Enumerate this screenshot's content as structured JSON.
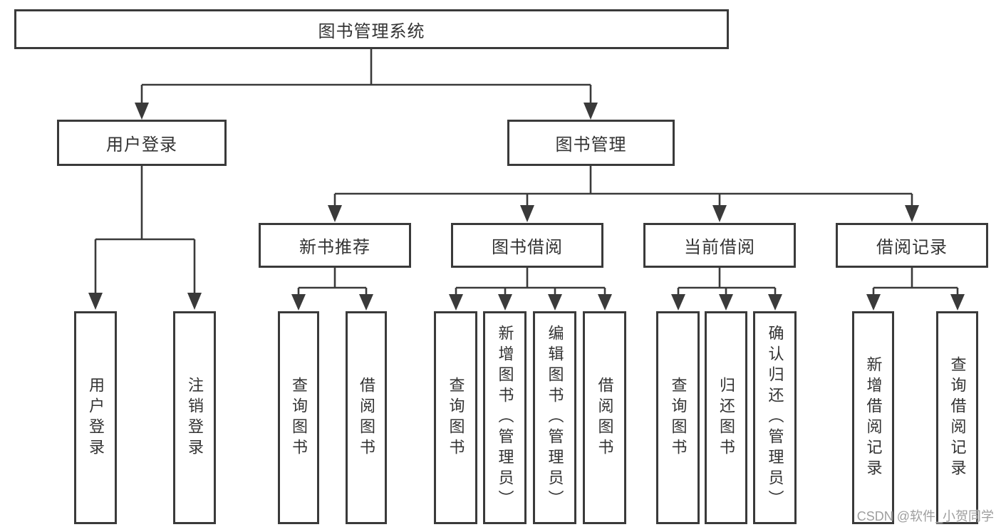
{
  "diagram": {
    "root": {
      "label": "图书管理系统"
    },
    "level2": {
      "user_login": {
        "label": "用户登录"
      },
      "book_mgmt": {
        "label": "图书管理"
      }
    },
    "level3": {
      "new_books": {
        "label": "新书推荐"
      },
      "book_borrow": {
        "label": "图书借阅"
      },
      "current_borrow": {
        "label": "当前借阅"
      },
      "borrow_records": {
        "label": "借阅记录"
      }
    },
    "leaves": {
      "user_login": {
        "label": "用户登录"
      },
      "logout": {
        "label": "注销登录"
      },
      "nb_query": {
        "label": "查询图书"
      },
      "nb_borrow": {
        "label": "借阅图书"
      },
      "bb_query": {
        "label": "查询图书"
      },
      "bb_add": {
        "label": "新增图书（管理员）"
      },
      "bb_edit": {
        "label": "编辑图书（管理员）"
      },
      "bb_borrow": {
        "label": "借阅图书"
      },
      "cb_query": {
        "label": "查询图书"
      },
      "cb_return": {
        "label": "归还图书"
      },
      "cb_confirm": {
        "label": "确认归还（管理员）"
      },
      "br_add": {
        "label": "新增借阅记录"
      },
      "br_query": {
        "label": "查询借阅记录"
      }
    }
  },
  "watermark": {
    "text": "CSDN @软件_小贺同学"
  },
  "colors": {
    "line": "#3a3a3a",
    "text": "#333333",
    "background": "#ffffff",
    "watermark": "#9e9e9e"
  }
}
